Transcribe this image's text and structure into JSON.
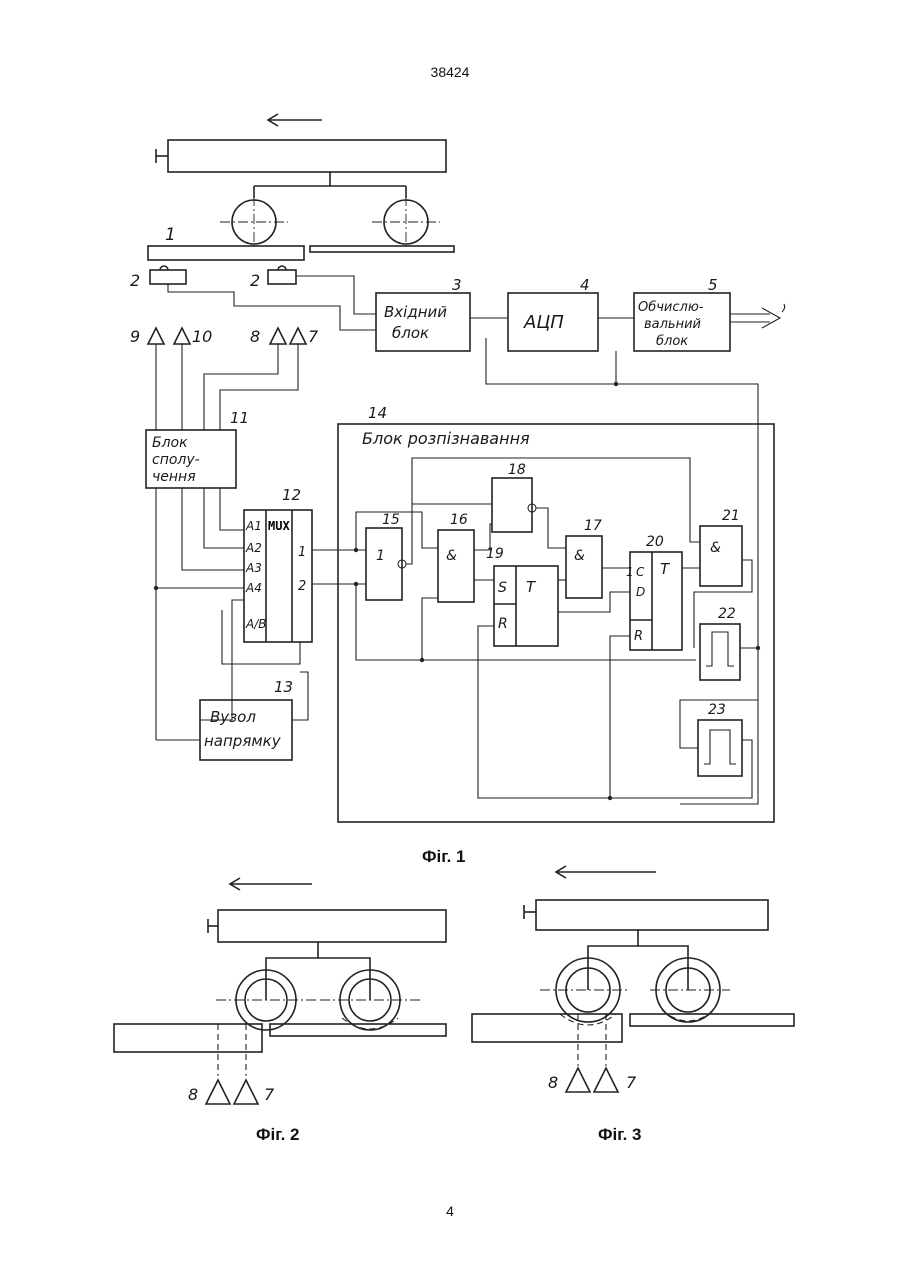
{
  "header": {
    "doc_number": "38424"
  },
  "footer": {
    "page_number": "4"
  },
  "fig1": {
    "caption": "Фіг. 1",
    "labels": {
      "n1": "1",
      "n2a": "2",
      "n2b": "2",
      "n3": "3",
      "n4": "4",
      "n5": "5",
      "n7": "7",
      "n8": "8",
      "n9": "9",
      "n10": "10",
      "n11": "11",
      "n12": "12",
      "n13": "13",
      "n14": "14",
      "n15": "15",
      "n16": "16",
      "n17": "17",
      "n18": "18",
      "n19": "19",
      "n20": "20",
      "n21": "21",
      "n22": "22",
      "n23": "23"
    },
    "blocks": {
      "input_line1": "Вхідний",
      "input_line2": "блок",
      "adc": "АЦП",
      "compute_line1": "Обчислю-",
      "compute_line2": "вальний",
      "compute_line3": "блок",
      "match_line1": "Блок",
      "match_line2": "сполу-",
      "match_line3": "чення",
      "recognition": "Блок розпізнавання",
      "voltage_line1": "Вузол",
      "voltage_line2": "напрямку",
      "mux": "MUX",
      "mux_a1": "A1",
      "mux_a2": "A2",
      "mux_a3": "A3",
      "mux_a4": "A4",
      "mux_ab": "A/B",
      "mux_out1": "1",
      "mux_out2": "2",
      "or_gate": "1",
      "and16": "&",
      "and17": "&",
      "and21": "&",
      "trig_s": "S",
      "trig_r": "R",
      "trig_t19": "T",
      "trig_c": "C",
      "trig_d": "D",
      "trig_r20": "R",
      "trig_t20": "T",
      "trig_in1": "1"
    }
  },
  "fig2": {
    "caption": "Фіг. 2",
    "label_left": "8",
    "label_right": "7"
  },
  "fig3": {
    "caption": "Фіг. 3",
    "label_left": "8",
    "label_right": "7"
  }
}
